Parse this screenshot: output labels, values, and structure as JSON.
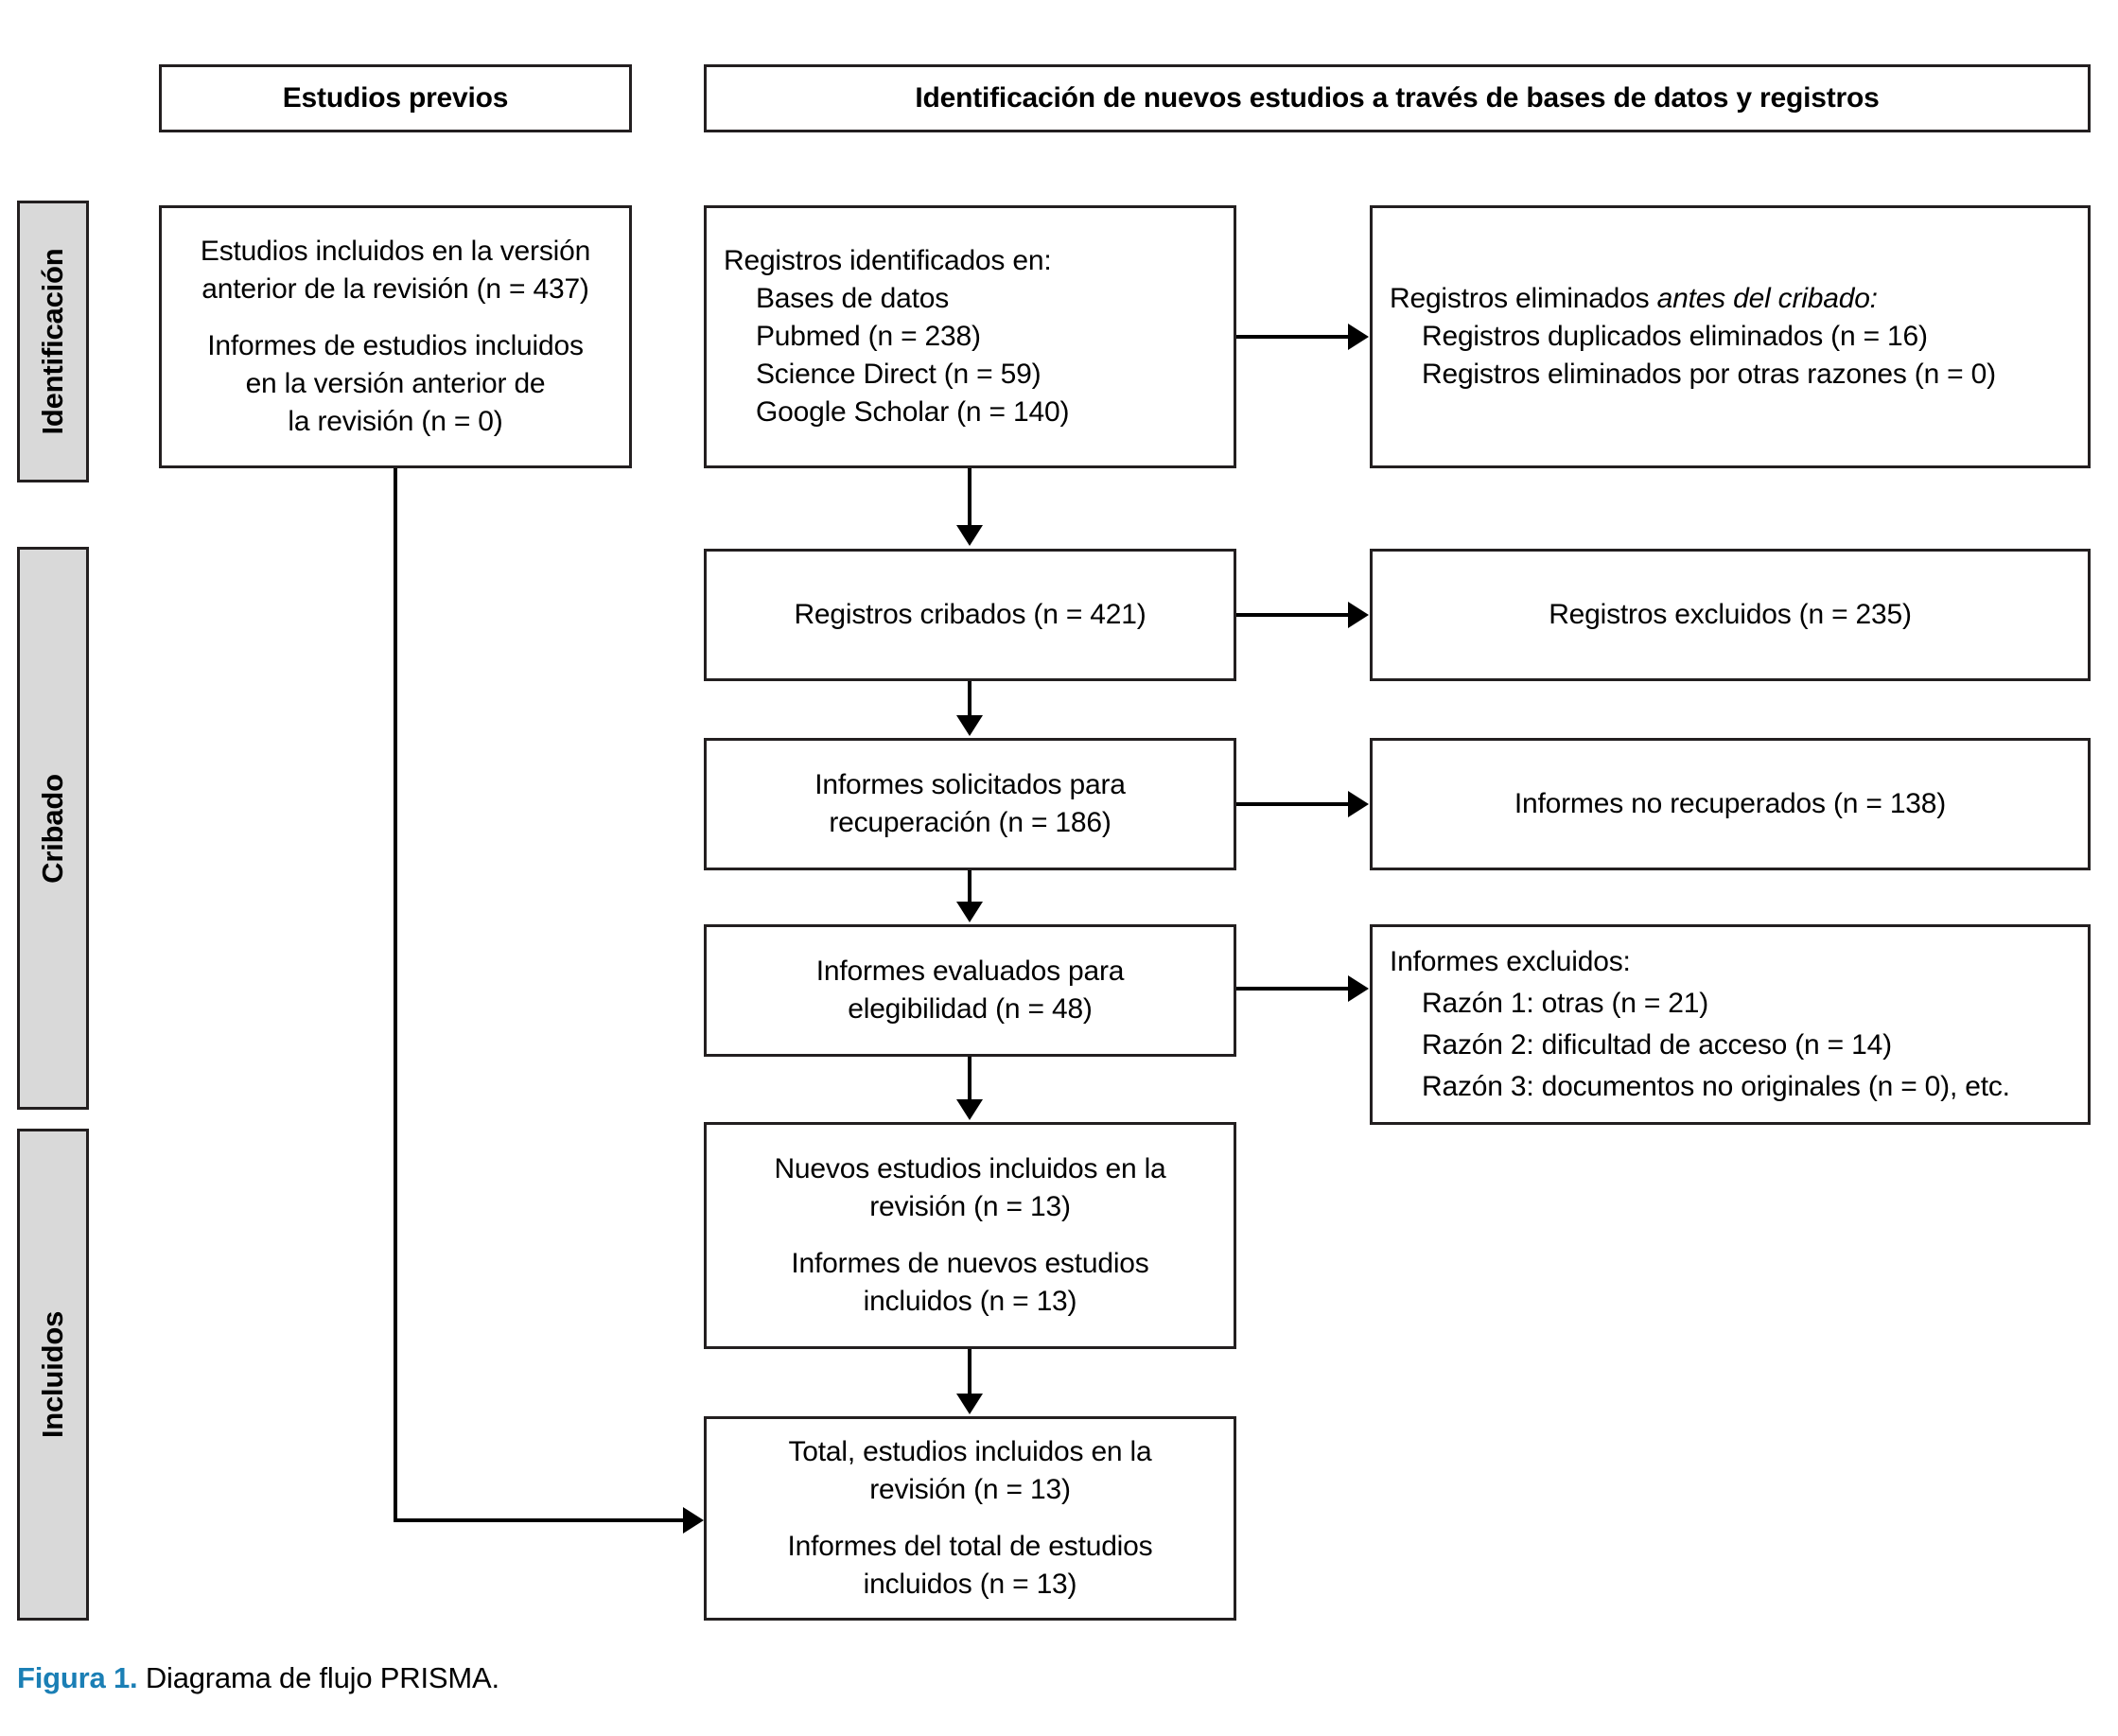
{
  "figure": {
    "caption_label": "Figura 1.",
    "caption_text": "Diagrama de flujo PRISMA.",
    "caption_label_color": "#1b7fb5"
  },
  "headers": {
    "previous_studies": "Estudios previos",
    "new_studies": "Identificación de nuevos estudios a través de bases de datos y registros"
  },
  "stages": [
    {
      "id": "identificacion",
      "label": "Identificación"
    },
    {
      "id": "cribado",
      "label": "Cribado"
    },
    {
      "id": "incluidos",
      "label": "Incluidos"
    }
  ],
  "boxes": {
    "previous_included": {
      "line1": "Estudios incluidos en la versión",
      "line2": "anterior de la revisión (n = 437)",
      "line3": "Informes de estudios incluidos",
      "line4": "en la versión anterior de",
      "line5": "la revisión (n = 0)"
    },
    "records_identified": {
      "title": "Registros identificados en:",
      "item1": "Bases de datos",
      "item2": "Pubmed (n = 238)",
      "item3": "Science Direct (n = 59)",
      "item4": "Google Scholar (n = 140)"
    },
    "records_removed": {
      "title_plain": "Registros eliminados ",
      "title_italic": "antes del cribado:",
      "item1": "Registros duplicados eliminados (n = 16)",
      "item2": "Registros eliminados por otras razones (n = 0)"
    },
    "records_screened": {
      "text": "Registros cribados (n = 421)"
    },
    "records_excluded": {
      "text": "Registros excluidos (n = 235)"
    },
    "reports_sought": {
      "line1": "Informes solicitados para",
      "line2": "recuperación (n = 186)"
    },
    "reports_not_retrieved": {
      "text": "Informes no recuperados (n = 138)"
    },
    "reports_assessed": {
      "line1": "Informes evaluados para",
      "line2": "elegibilidad (n = 48)"
    },
    "reports_excluded": {
      "title": "Informes excluidos:",
      "item1": "Razón 1: otras (n = 21)",
      "item2": "Razón 2: dificultad de acceso (n = 14)",
      "item3": "Razón 3: documentos no originales (n = 0), etc."
    },
    "new_studies_included": {
      "line1": "Nuevos estudios incluidos en la",
      "line2": "revisión (n = 13)",
      "line3": "Informes de nuevos estudios",
      "line4": "incluidos (n = 13)"
    },
    "total_included": {
      "line1": "Total, estudios incluidos en la",
      "line2": "revisión (n = 13)",
      "line3": "Informes del total de estudios",
      "line4": "incluidos (n = 13)"
    }
  },
  "flow_data": {
    "type": "prisma-flow",
    "counts": {
      "previous_version_studies": 437,
      "previous_version_reports": 0,
      "pubmed": 238,
      "science_direct": 59,
      "google_scholar": 140,
      "duplicates_removed": 16,
      "removed_other_reasons": 0,
      "records_screened": 421,
      "records_excluded": 235,
      "reports_sought": 186,
      "reports_not_retrieved": 138,
      "reports_assessed": 48,
      "excluded_reason_1_otras": 21,
      "excluded_reason_2_dificultad_acceso": 14,
      "excluded_reason_3_no_originales": 0,
      "new_studies_included": 13,
      "new_reports_included": 13,
      "total_studies_included": 13,
      "total_reports_included": 13
    }
  }
}
